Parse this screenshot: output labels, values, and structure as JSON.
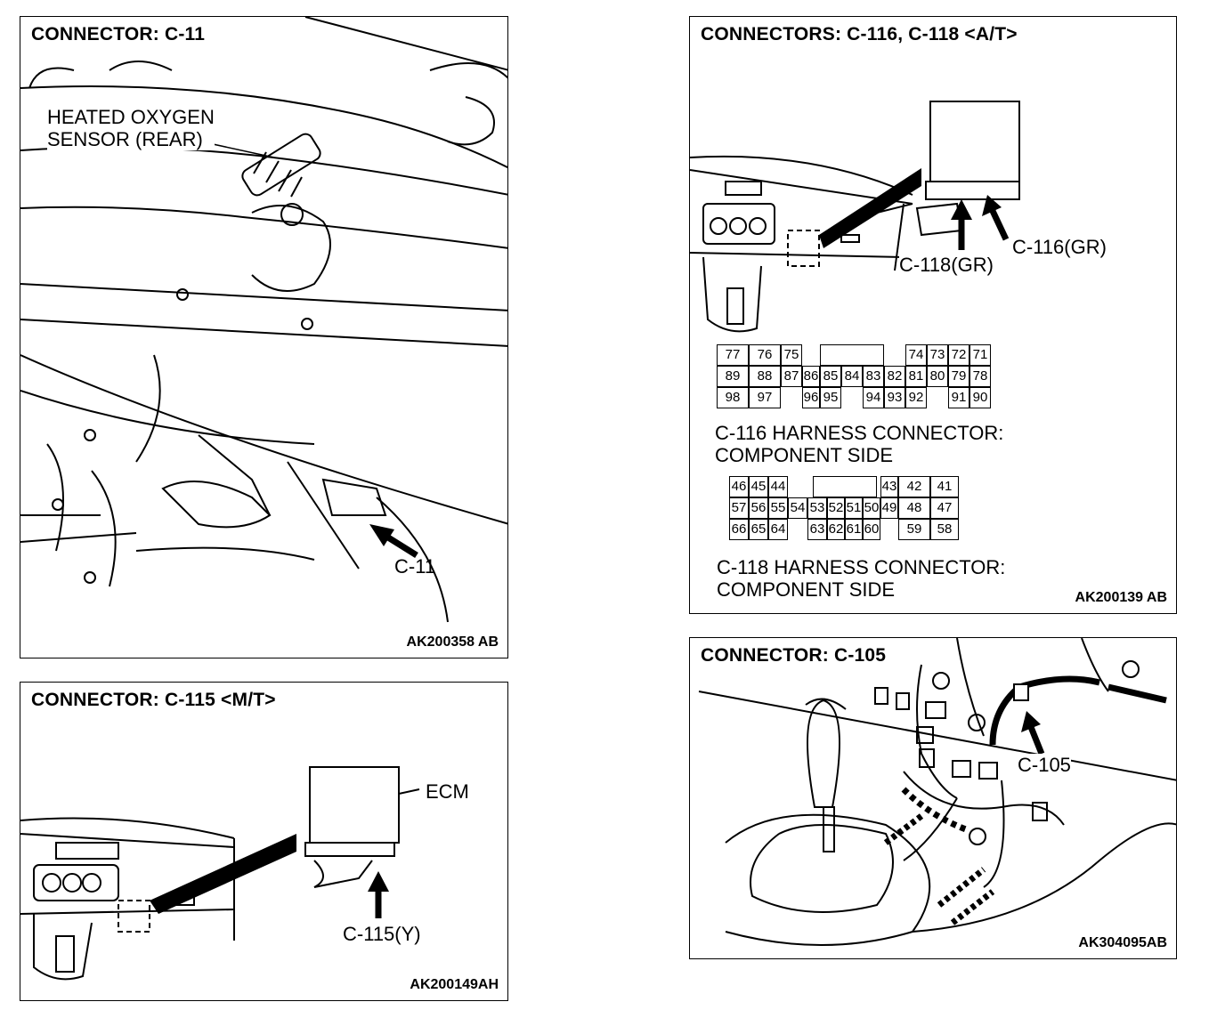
{
  "panels": {
    "c11": {
      "title": "CONNECTOR: C-11",
      "code": "AK200358 AB",
      "labels": {
        "sensor_line1": "HEATED OXYGEN",
        "sensor_line2": "SENSOR (REAR)",
        "connector": "C-11"
      }
    },
    "c115": {
      "title": "CONNECTOR: C-115 <M/T>",
      "code": "AK200149AH",
      "labels": {
        "ecm": "ECM",
        "connector": "C-115(Y)"
      }
    },
    "c116": {
      "title": "CONNECTORS: C-116, C-118 <A/T>",
      "code": "AK200139 AB",
      "labels": {
        "c116": "C-116(GR)",
        "c118": "C-118(GR)"
      },
      "c116_caption": [
        "C-116 HARNESS CONNECTOR:",
        "COMPONENT SIDE"
      ],
      "c118_caption": [
        "C-118 HARNESS CONNECTOR:",
        "COMPONENT SIDE"
      ],
      "c116_pins": {
        "row1": [
          "77",
          "76",
          "75",
          "74",
          "73",
          "72",
          "71"
        ],
        "row2": [
          "89",
          "88",
          "87",
          "86",
          "85",
          "84",
          "83",
          "82",
          "81",
          "80",
          "79",
          "78"
        ],
        "row3": [
          "98",
          "97",
          "96",
          "95",
          "94",
          "93",
          "92",
          "91",
          "90"
        ]
      },
      "c118_pins": {
        "row1": [
          "46",
          "45",
          "44",
          "43",
          "42",
          "41"
        ],
        "row2": [
          "57",
          "56",
          "55",
          "54",
          "53",
          "52",
          "51",
          "50",
          "49",
          "48",
          "47"
        ],
        "row3": [
          "66",
          "65",
          "64",
          "63",
          "62",
          "61",
          "60",
          "59",
          "58"
        ]
      }
    },
    "c105": {
      "title": "CONNECTOR: C-105",
      "code": "AK304095AB",
      "labels": {
        "connector": "C-105"
      }
    }
  }
}
